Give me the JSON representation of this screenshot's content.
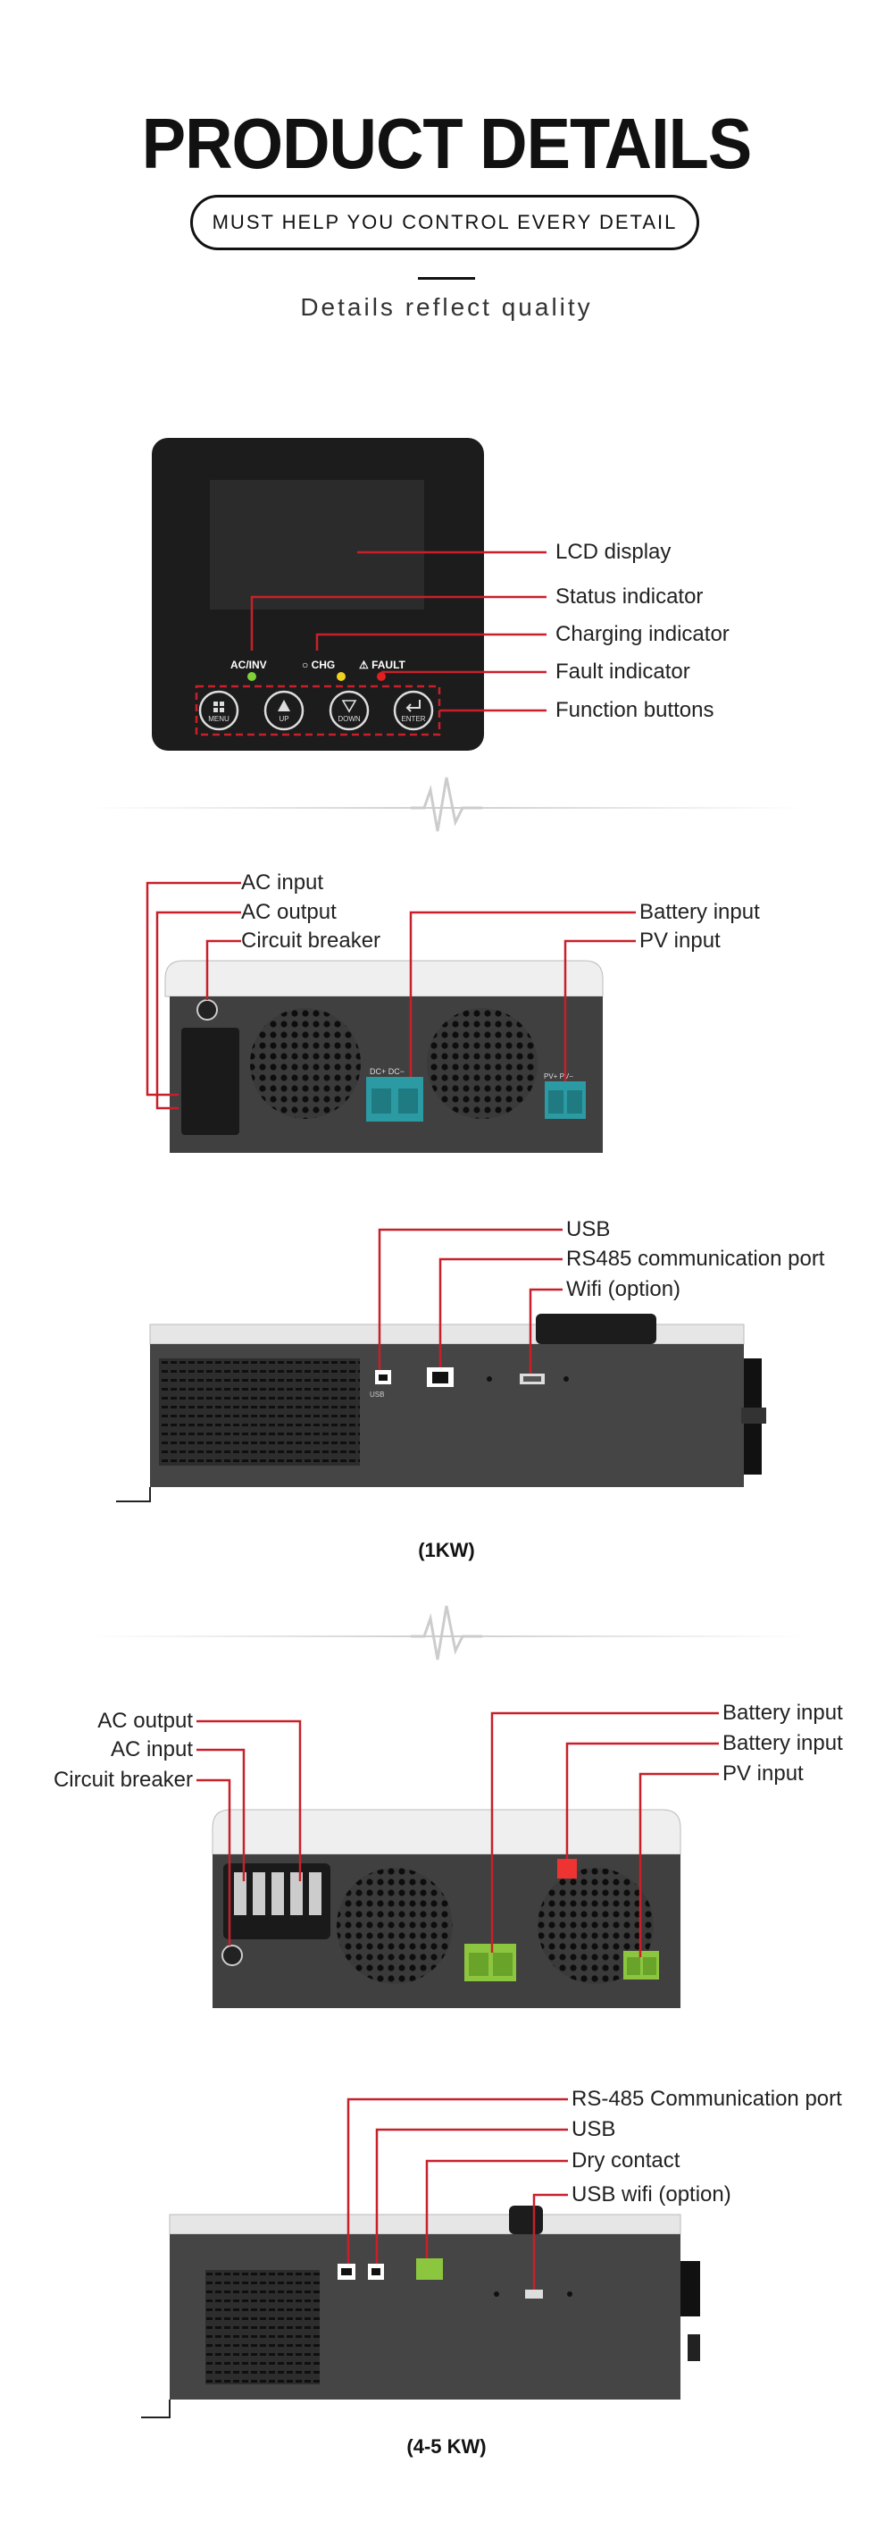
{
  "header": {
    "title": "PRODUCT DETAILS",
    "tagline": "MUST HELP YOU CONTROL EVERY DETAIL",
    "subtitle": "Details reflect quality"
  },
  "panel": {
    "indicators": {
      "ac_inv": "AC/INV",
      "chg": "CHG",
      "fault": "FAULT"
    },
    "buttons": {
      "menu": "MENU",
      "up": "UP",
      "down": "DOWN",
      "enter": "ENTER"
    },
    "callouts": {
      "lcd": "LCD display",
      "status": "Status indicator",
      "charging": "Charging indicator",
      "fault": "Fault indicator",
      "function": "Function buttons"
    }
  },
  "unit_1kw_front": {
    "callouts": {
      "ac_input": "AC input",
      "ac_output": "AC output",
      "breaker": "Circuit breaker",
      "battery": "Battery input",
      "pv": "PV input"
    }
  },
  "unit_1kw_side": {
    "callouts": {
      "usb": "USB",
      "rs485": "RS485 communication port",
      "wifi": "Wifi (option)"
    },
    "caption": "(1KW)"
  },
  "unit_45kw_front": {
    "callouts": {
      "ac_output": "AC output",
      "ac_input": "AC input",
      "breaker": "Circuit breaker",
      "battery1": "Battery input",
      "battery2": "Battery input",
      "pv": "PV input"
    }
  },
  "unit_45kw_side": {
    "callouts": {
      "rs485": "RS-485 Communication port",
      "usb": "USB",
      "dry": "Dry contact",
      "usb_wifi": "USB wifi (option)"
    },
    "caption": "(4-5 KW)"
  },
  "colors": {
    "callout_line": "#c8202a",
    "panel": "#1c1c1c",
    "terminal_teal": "#2b9aa3",
    "terminal_green": "#8cc63f"
  }
}
